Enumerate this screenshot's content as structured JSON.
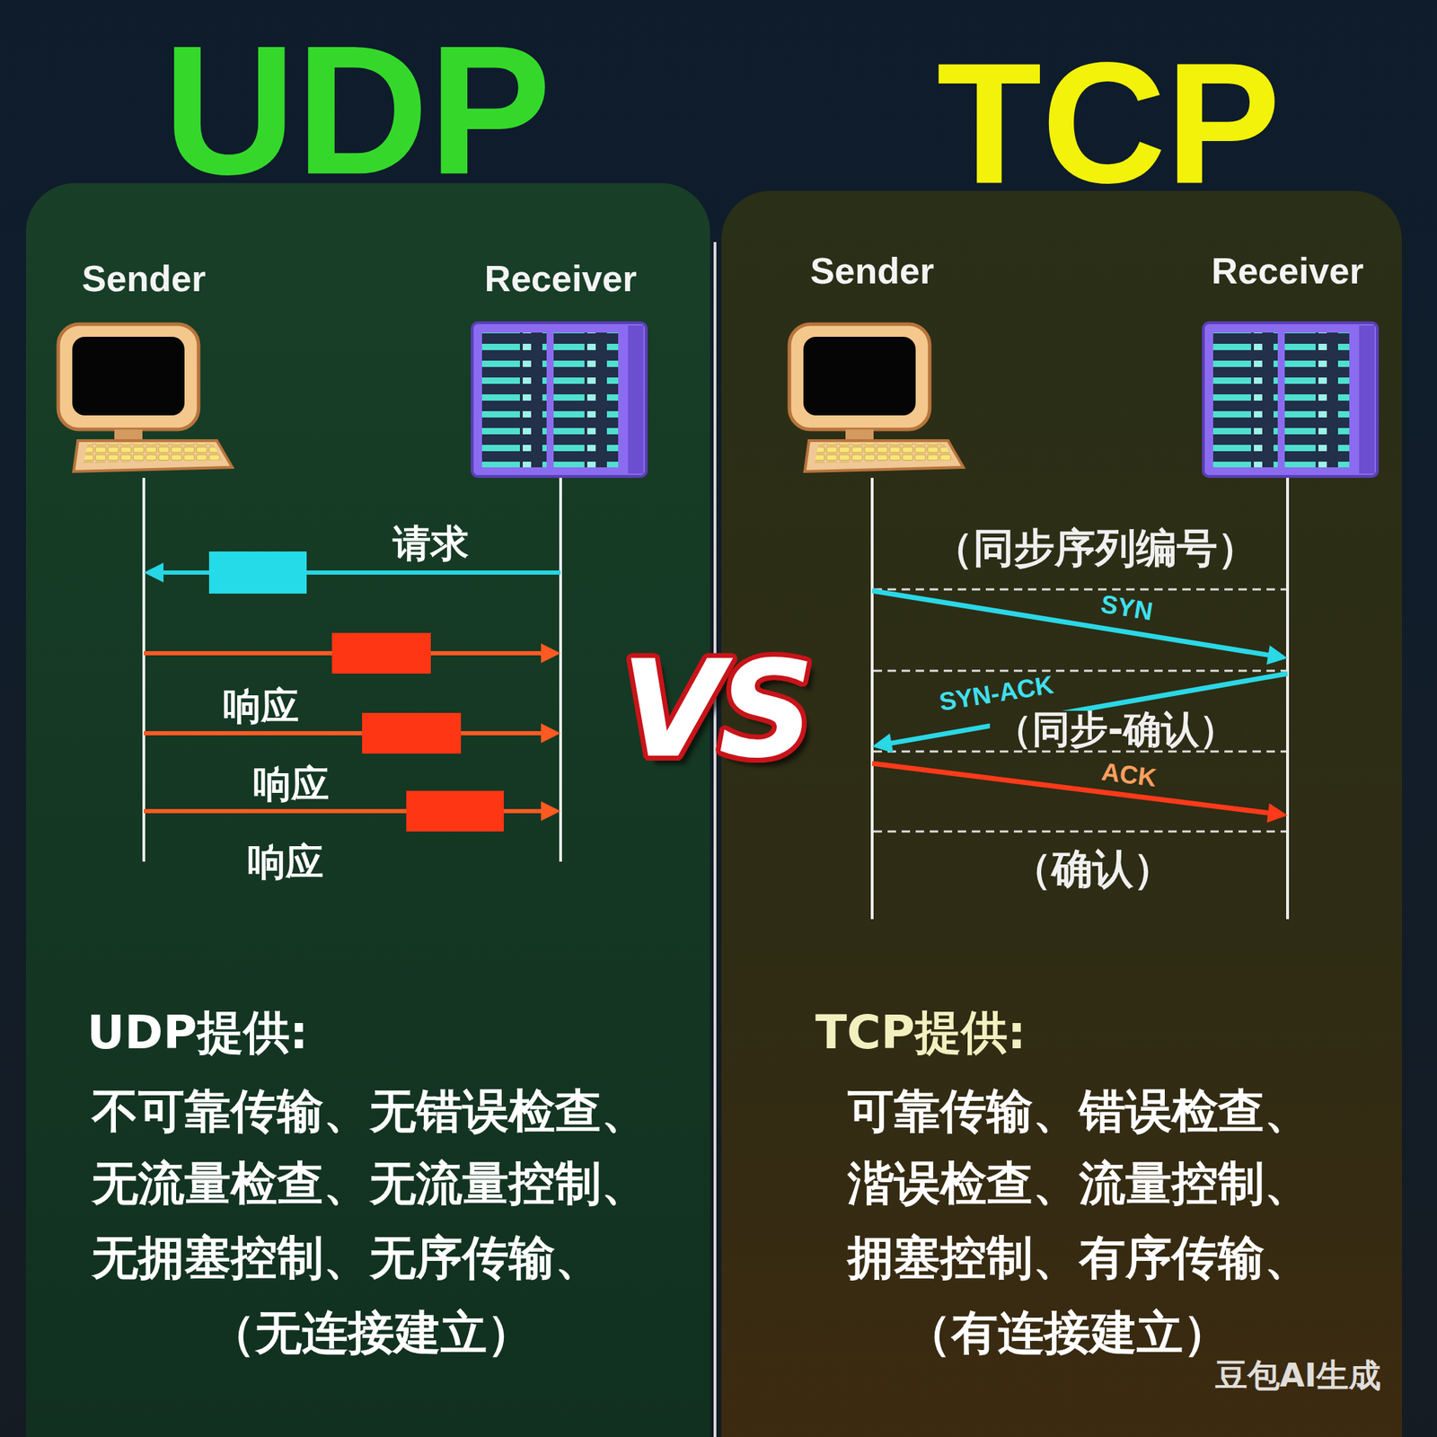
{
  "diagram": {
    "nodes": [
      {
        "text": [
          "UDP",
          "UDP提供:",
          "不可靠传输、无错误检查、",
          "无流量检查、无流量控制、",
          "无拥塞控制、无序传输、",
          "（无连接建立）"
        ]
      },
      {
        "text": [
          "Sender"
        ],
        "in": 0
      },
      {
        "text": [
          "Receiver"
        ],
        "in": 0
      },
      {
        "text": [
          "TCP",
          "TCP提供:",
          "可靠传输、错误检查、",
          "湝误检查、流量控制、",
          "拥塞控制、有序传输、",
          "（有连接建立）"
        ]
      },
      {
        "text": [
          "Sender"
        ],
        "in": 3
      },
      {
        "text": [
          "Receiver"
        ],
        "in": 3
      }
    ],
    "edges": [
      {
        "from": 2,
        "to": 1,
        "arrow": "to",
        "label": "请求"
      },
      {
        "from": 1,
        "to": 2,
        "arrow": "to",
        "label": "响应"
      },
      {
        "from": 1,
        "to": 2,
        "arrow": "to",
        "label": "响应"
      },
      {
        "from": 1,
        "to": 2,
        "arrow": "to",
        "label": "响应"
      },
      {
        "from": 4,
        "to": 5,
        "arrow": "to",
        "label": "SYN"
      },
      {
        "from": 5,
        "to": 4,
        "arrow": "to",
        "label": "SYN-ACK"
      },
      {
        "from": 4,
        "to": 5,
        "arrow": "to",
        "label": "ACK"
      }
    ],
    "labels": [
      "（同步序列编号）",
      "（同步-确认）",
      "（确认）",
      "VS",
      "豆包AI生成"
    ]
  }
}
